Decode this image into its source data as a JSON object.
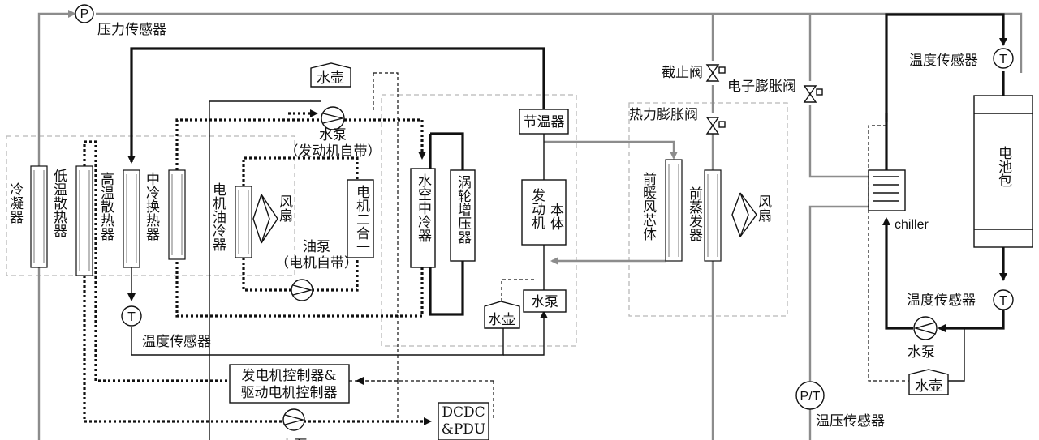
{
  "labels": {
    "pressure_sensor": "压力传感器",
    "pressure_symbol": "P",
    "temp_symbol": "T",
    "pt_symbol": "P/T",
    "kettle": "水壶",
    "kettle_engine": "水壶",
    "kettle_battery": "水壶",
    "water_pump_engine_line1": "水泵",
    "water_pump_engine_line2": "（发动机自带）",
    "oil_pump_line1": "油泵",
    "oil_pump_line2": "（电机自带）",
    "fan_motor": "风扇",
    "fan_evap": "风扇",
    "condenser": "冷凝器",
    "low_temp_radiator": "低温散热器",
    "high_temp_radiator": "高温散热器",
    "intercooler_exchanger": "中冷换热器",
    "motor_oil_cooler": "电机油冷器",
    "motor_2in1": "电机二合一",
    "water_air_intercooler": "水空中冷器",
    "turbocharger": "涡轮增压器",
    "thermostat": "节温器",
    "engine_body_line1": "发动机",
    "engine_body_line2": "本体",
    "engine_water_pump": "水泵",
    "temp_sensor_left": "温度传感器",
    "controller_line1": "发电机控制器&",
    "controller_line2": "驱动电机控制器",
    "dcdc_line1": "DCDC",
    "dcdc_line2": "&PDU",
    "bottom_pump_label_partial": "水泵",
    "shutoff_valve": "截止阀",
    "electronic_expansion_valve": "电子膨胀阀",
    "thermal_expansion_valve": "热力膨胀阀",
    "front_heater_core": "前暖风芯体",
    "front_evaporator": "前蒸发器",
    "chiller": "chiller",
    "battery_pack": "电池包",
    "temp_sensor_top": "温度传感器",
    "temp_sensor_bottom": "温度传感器",
    "battery_water_pump": "水泵",
    "temp_pressure_sensor": "温压传感器"
  }
}
